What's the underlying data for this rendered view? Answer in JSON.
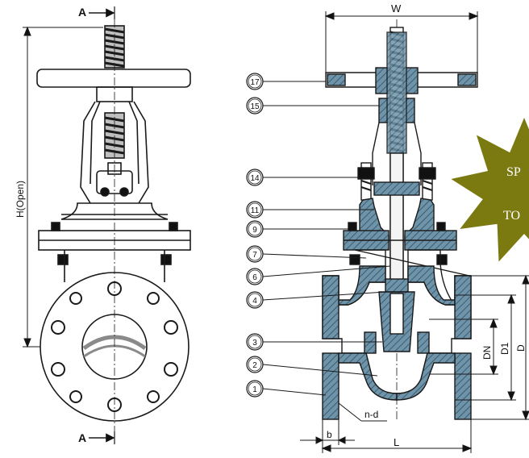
{
  "dimensions": {
    "section_mark": "A",
    "height_open": "H(Open)",
    "width": "W",
    "dn": "DN",
    "d1": "D1",
    "d": "D",
    "bolt_holes": "n-d",
    "flange_thickness": "b",
    "length": "L"
  },
  "part_callouts": [
    "17",
    "15",
    "14",
    "11",
    "9",
    "7",
    "6",
    "4",
    "3",
    "2",
    "1"
  ],
  "badge": {
    "line1": "SP",
    "line2": "TO",
    "color": "#7a7a10"
  },
  "colors": {
    "line": "#1a1a1a",
    "section_fill": "#6f93a8",
    "hatch": "#2c4f63",
    "bolt": "#111111"
  }
}
